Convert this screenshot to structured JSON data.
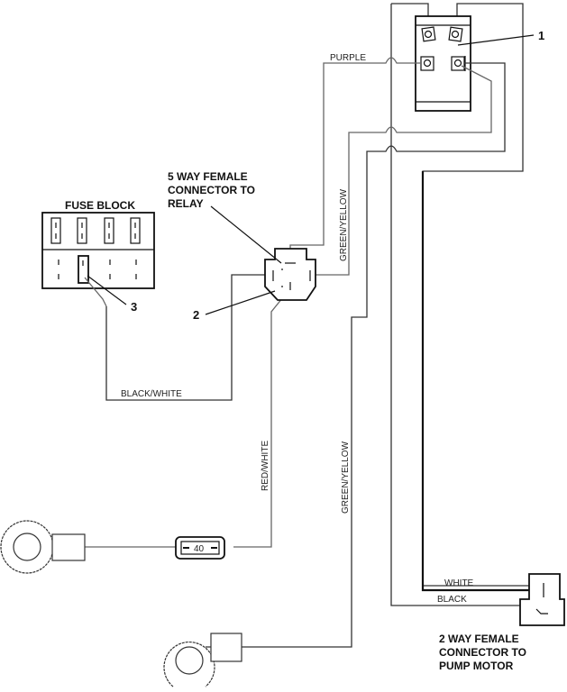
{
  "diagram": {
    "callouts": {
      "relay": "1",
      "connector_5way": "2",
      "fuse_slot": "3"
    },
    "components": {
      "fuse_block": "FUSE BLOCK",
      "connector_5way": [
        "5 WAY FEMALE",
        "CONNECTOR TO",
        "RELAY"
      ],
      "connector_2way": [
        "2 WAY FEMALE",
        "CONNECTOR TO",
        "PUMP MOTOR"
      ],
      "inline_fuse": "40"
    },
    "wires": {
      "purple": "PURPLE",
      "green_yellow_upper": "GREEN/YELLOW",
      "green_yellow_lower": "GREEN/YELLOW",
      "black_white": "BLACK/WHITE",
      "red_white": "RED/WHITE",
      "white": "WHITE",
      "black": "BLACK"
    }
  }
}
